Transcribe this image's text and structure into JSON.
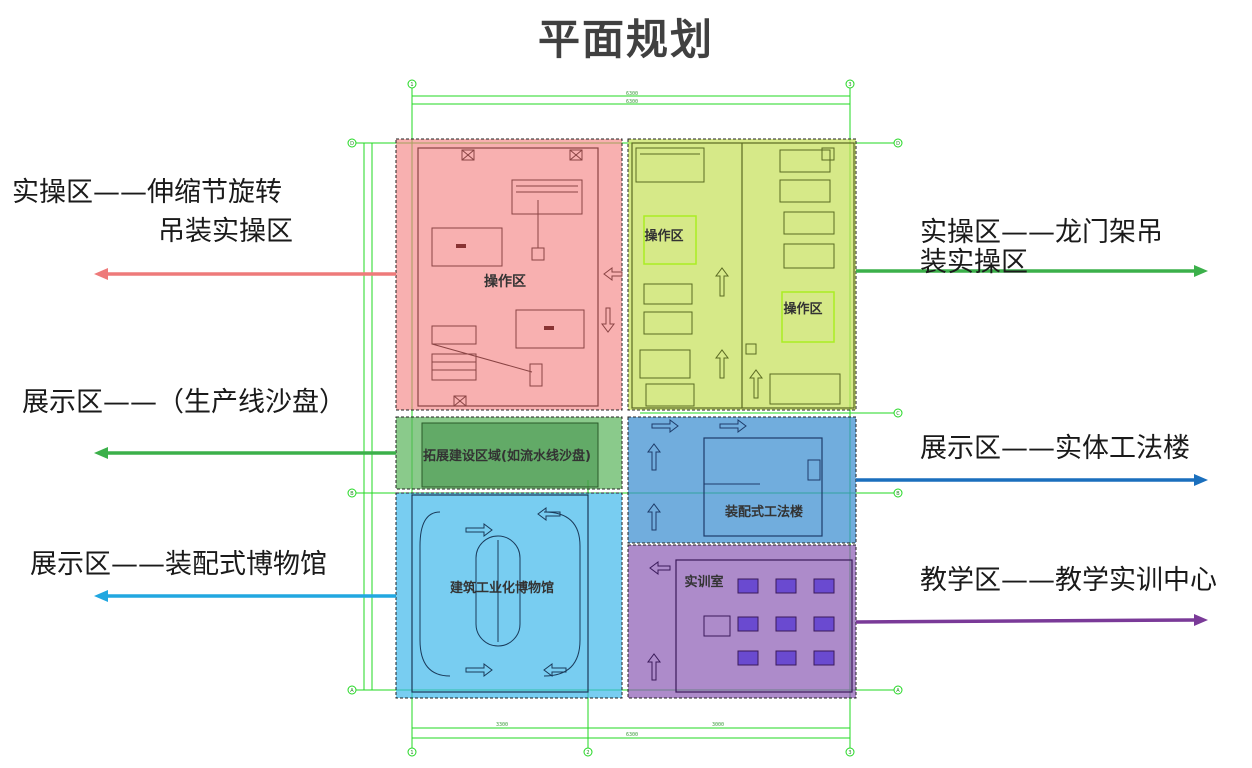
{
  "title": "平面规划",
  "colors": {
    "red_zone": "#f48080",
    "yellow_zone": "#c6e05a",
    "green_zone": "#58b45a",
    "blue_zone": "#3a8ed0",
    "cyan_zone": "#38b6ea",
    "purple_zone": "#8a5ab4",
    "grid_line": "#22d822",
    "arrow_red": "#ee7a7a",
    "arrow_green": "#3bb04a",
    "arrow_blue": "#1a6fbd",
    "arrow_cyan": "#21a7e0",
    "arrow_purple": "#7a3a98"
  },
  "left_labels": [
    {
      "line1": "实操区——伸缩节旋转",
      "line2": "吊装实操区"
    },
    {
      "line1": "展示区——（生产线沙盘）"
    },
    {
      "line1": "展示区——装配式博物馆"
    }
  ],
  "right_labels": [
    {
      "line1": "实操区——龙门架吊",
      "line2": "装实操区"
    },
    {
      "line1": "展示区——实体工法楼"
    },
    {
      "line1": "教学区——教学实训中心"
    }
  ],
  "zones": {
    "red": "操作区",
    "yellow_a": "操作区",
    "yellow_b": "操作区",
    "green": "拓展建设区域(如流水线沙盘)",
    "blue": "装配式工法楼",
    "cyan": "建筑工业化博物馆",
    "purple": "实训室"
  },
  "grid_axes": {
    "top": [
      "1",
      "3"
    ],
    "bottom": [
      "1",
      "2",
      "3"
    ],
    "left": [
      "D",
      "B",
      "A"
    ],
    "right": [
      "D",
      "C",
      "B",
      "A"
    ]
  }
}
